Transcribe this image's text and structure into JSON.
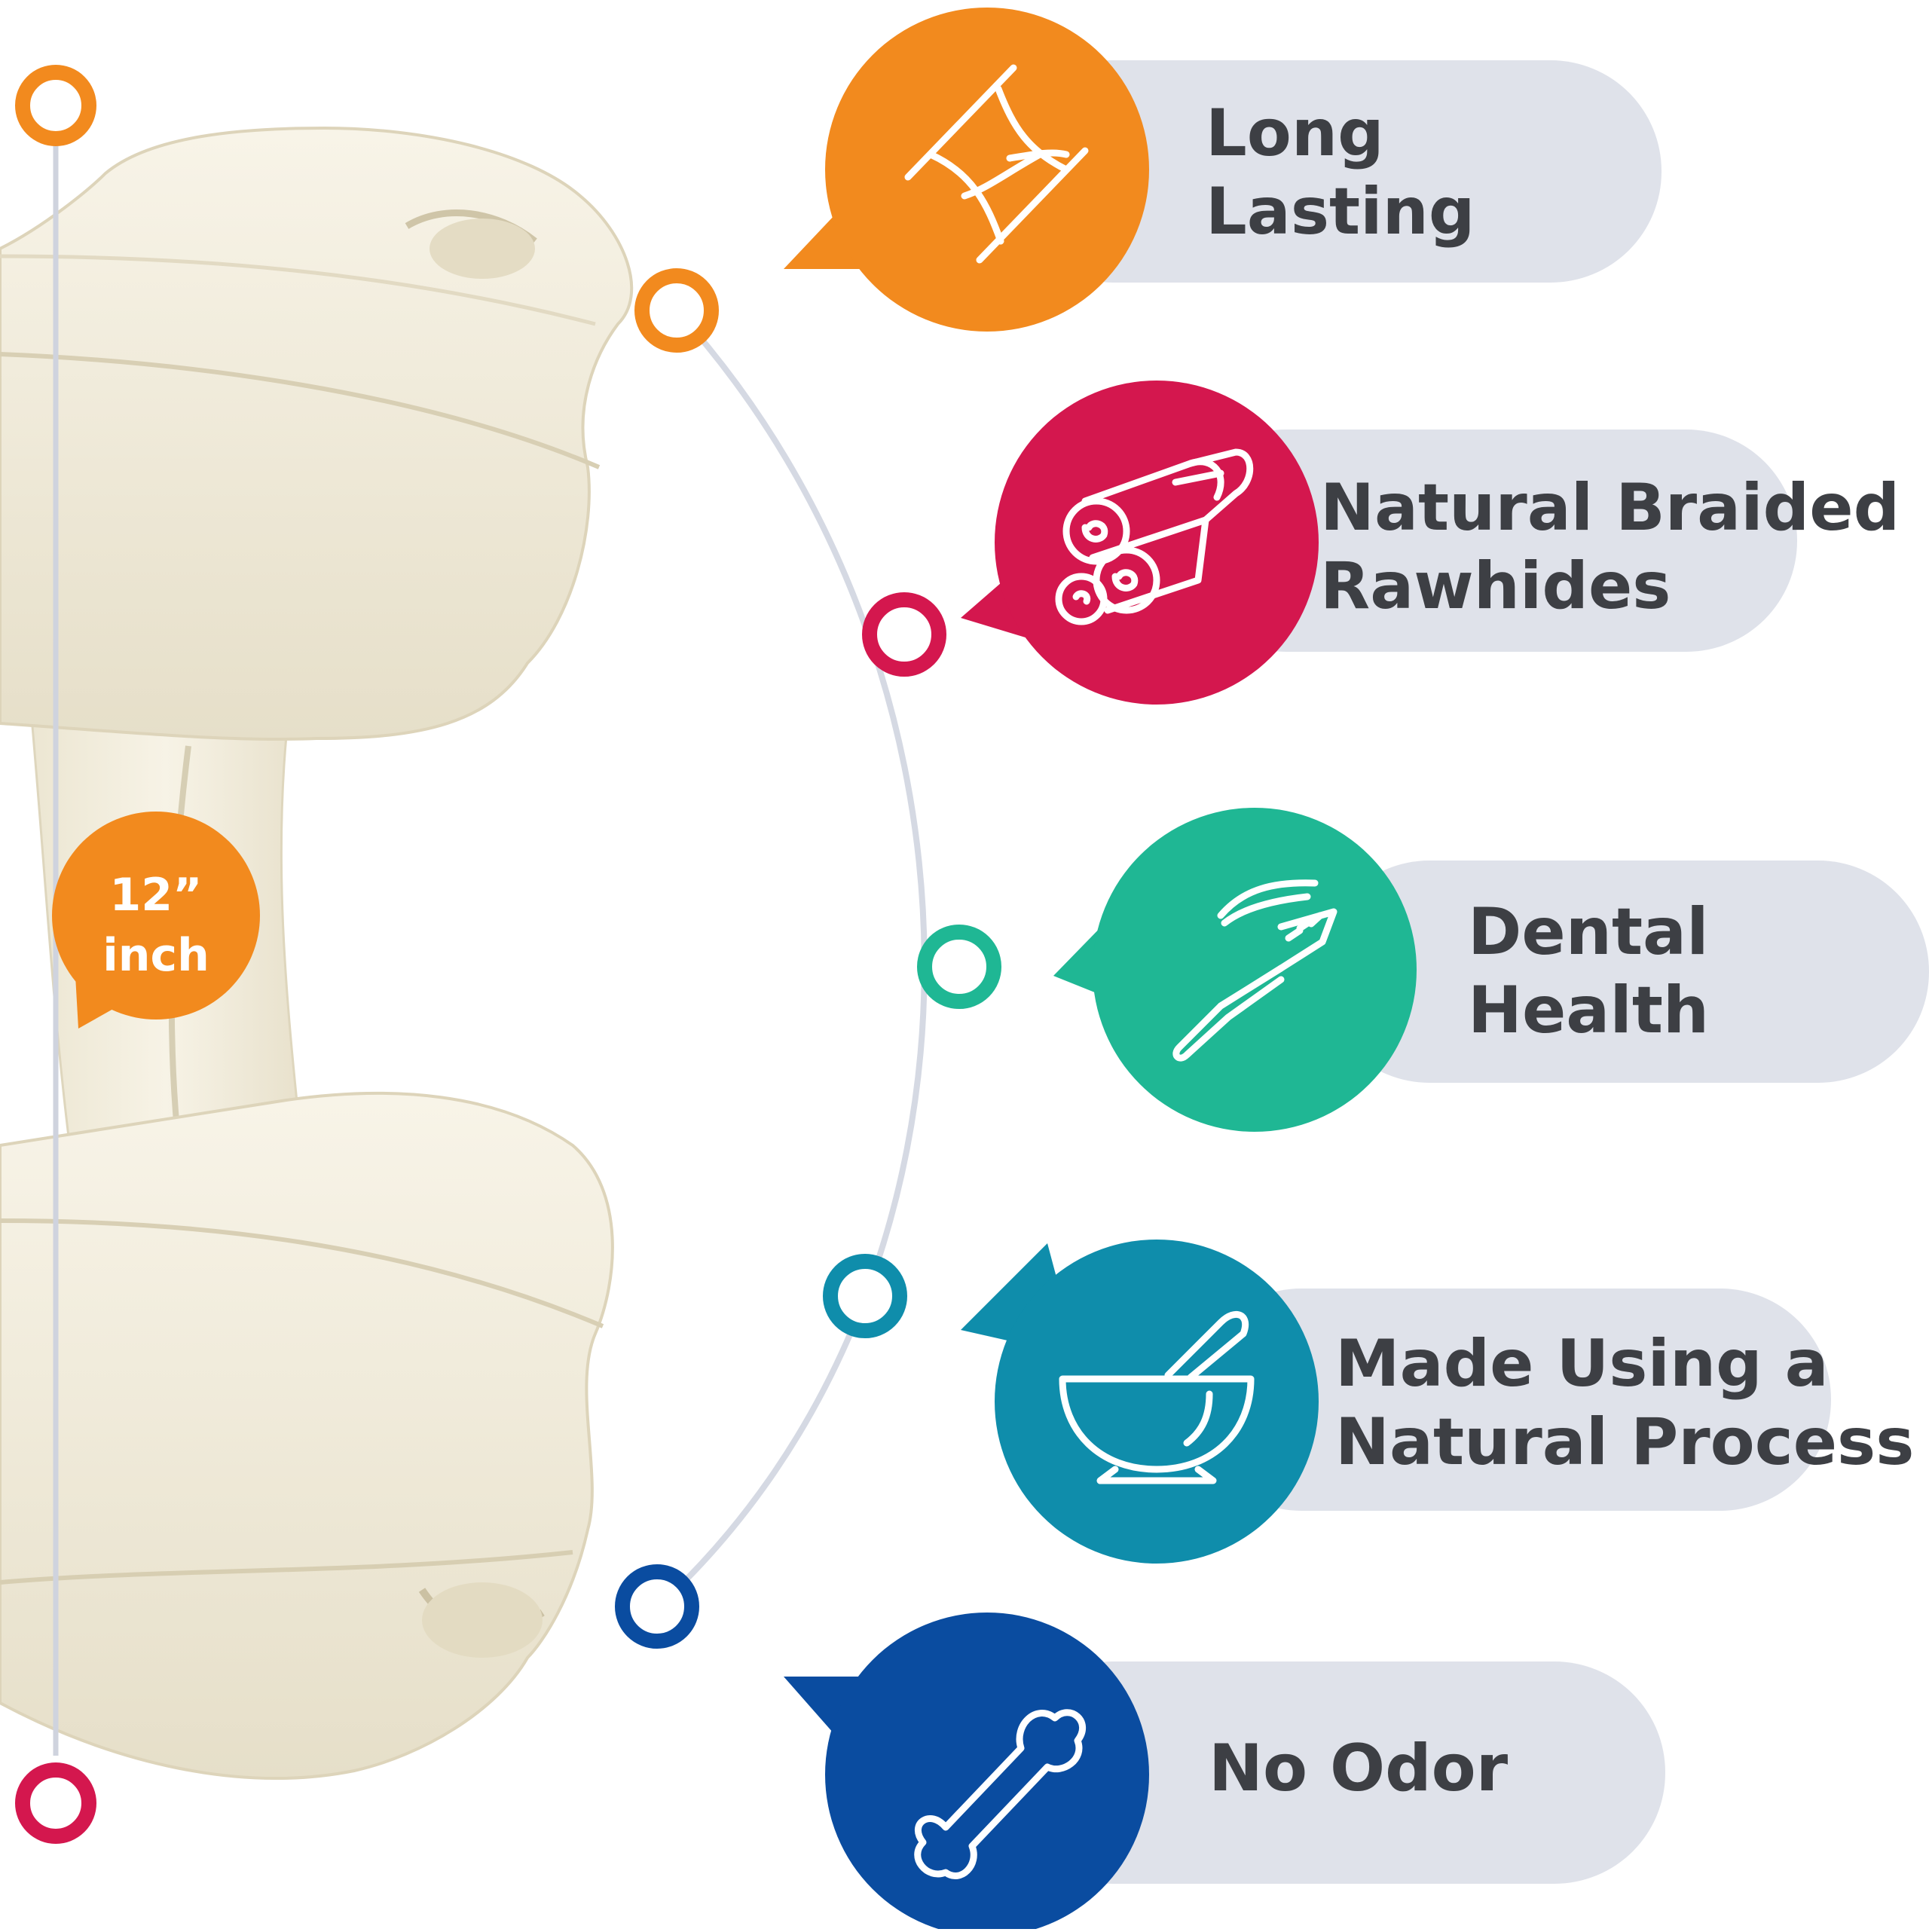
{
  "colors": {
    "orange": "#f28a1e",
    "crimson": "#d4174e",
    "teal": "#1fb794",
    "ocean": "#0f8dab",
    "navy": "#0a4ca0",
    "pill_bg": "#dfe2ea",
    "text": "#3d3f44",
    "rawhide": "#f3efe0"
  },
  "size_badge": {
    "line1": "12”",
    "line2": "inch"
  },
  "features": [
    {
      "line1": "Long",
      "line2": "Lasting",
      "icon": "hourglass-icon",
      "color": "orange"
    },
    {
      "line1": "Natural Braided",
      "line2": "Rawhides",
      "icon": "rawhide-rolls-icon",
      "color": "crimson"
    },
    {
      "line1": "Dental",
      "line2": "Health",
      "icon": "toothbrush-icon",
      "color": "teal"
    },
    {
      "line1": "Made Using a",
      "line2": "Natural Process",
      "icon": "mortar-pestle-icon",
      "color": "ocean"
    },
    {
      "line1": "No Odor",
      "line2": "",
      "icon": "bone-icon",
      "color": "navy"
    }
  ]
}
